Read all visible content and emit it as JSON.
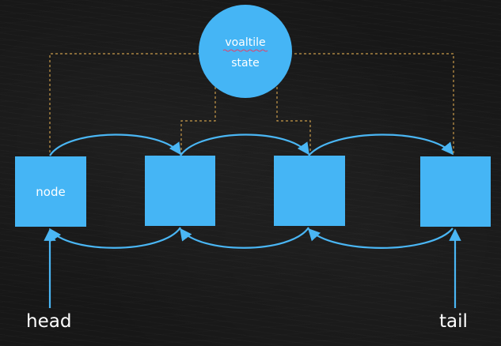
{
  "state": {
    "line1": "voaltile",
    "line2": "state"
  },
  "nodes": [
    {
      "label": "node"
    },
    {
      "label": ""
    },
    {
      "label": ""
    },
    {
      "label": ""
    }
  ],
  "pointers": {
    "head": "head",
    "tail": "tail"
  },
  "colors": {
    "node": "#45b5f5",
    "arrow": "#4ab6f4",
    "dashed": "#c89a4a",
    "spellcheck": "#e0436b",
    "background": "#171717",
    "text": "#ffffff"
  }
}
